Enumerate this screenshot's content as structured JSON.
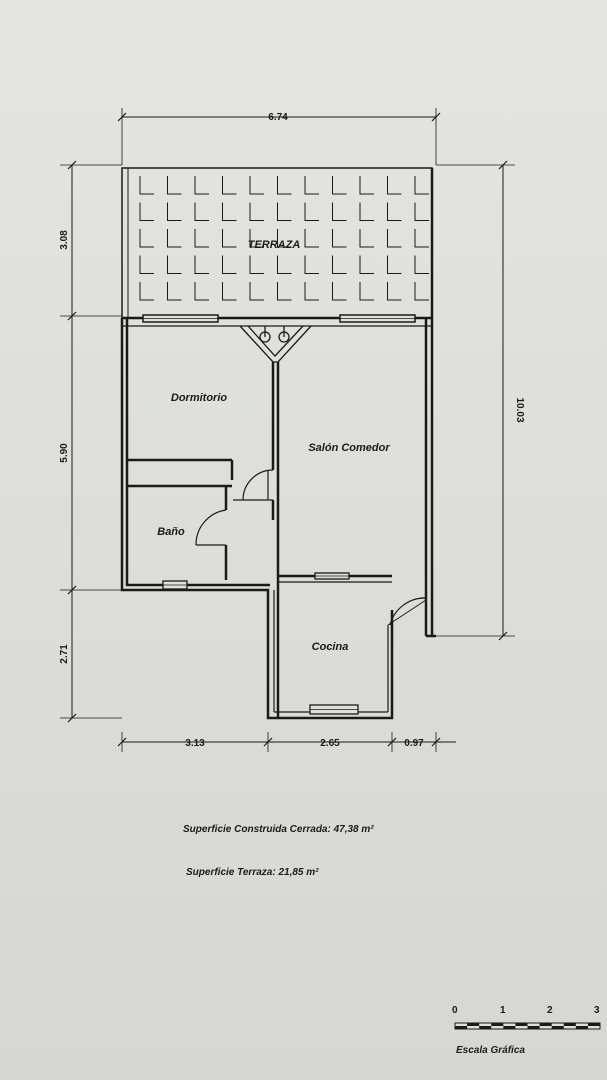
{
  "rooms": {
    "terraza": "TERRAZA",
    "dormitorio": "Dormitorio",
    "salon": "Salón Comedor",
    "bano": "Baño",
    "cocina": "Cocina"
  },
  "dimensions": {
    "top_width": "6.74",
    "total_height": "10.03",
    "terraza_height": "3.08",
    "middle_height": "5.90",
    "lower_height": "2.71",
    "bottom_left": "3.13",
    "bottom_mid": "2.65",
    "bottom_right": "0.97"
  },
  "notes": {
    "superficie_cerrada": "Superficie Construida Cerrada: 47,38 m²",
    "superficie_terraza": "Superficie Terraza: 21,85 m²"
  },
  "scale": {
    "label": "Escala Gráfica",
    "ticks": [
      "0",
      "1",
      "2",
      "3"
    ]
  },
  "colors": {
    "line": "#1a1a1a",
    "paper": "#dfe0dc"
  }
}
